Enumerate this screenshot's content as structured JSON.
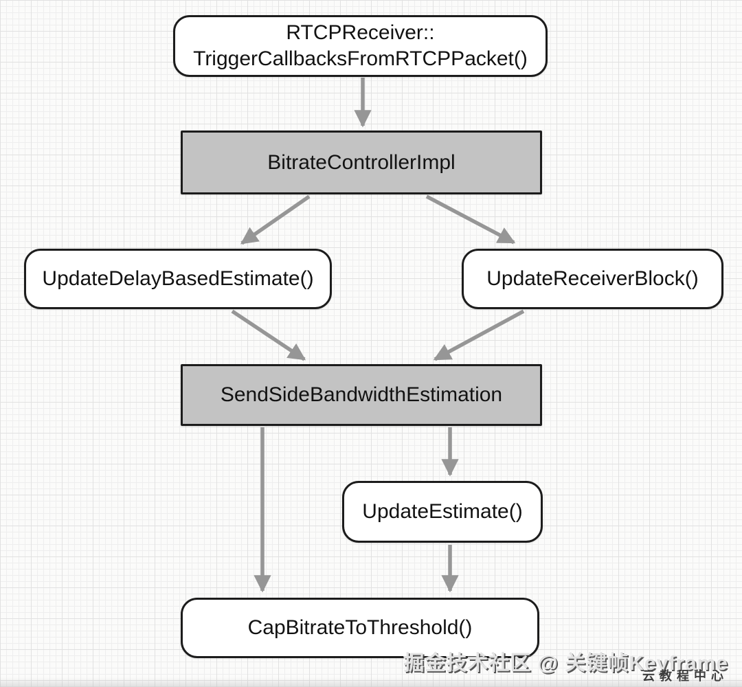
{
  "diagram": {
    "nodes": [
      {
        "id": "rtcp-receiver",
        "label": "RTCPReceiver::\nTriggerCallbacksFromRTCPPacket()",
        "style": "rounded-white"
      },
      {
        "id": "bitrate-controller-impl",
        "label": "BitrateControllerImpl",
        "style": "rect-gray"
      },
      {
        "id": "update-delay-based-estimate",
        "label": "UpdateDelayBasedEstimate()",
        "style": "rounded-white"
      },
      {
        "id": "update-receiver-block",
        "label": "UpdateReceiverBlock()",
        "style": "rounded-white"
      },
      {
        "id": "send-side-bandwidth-estimation",
        "label": "SendSideBandwidthEstimation",
        "style": "rect-gray"
      },
      {
        "id": "update-estimate",
        "label": "UpdateEstimate()",
        "style": "rounded-white"
      },
      {
        "id": "cap-bitrate-to-threshold",
        "label": "CapBitrateToThreshold()",
        "style": "rounded-white"
      }
    ],
    "edges": [
      {
        "from": "rtcp-receiver",
        "to": "bitrate-controller-impl"
      },
      {
        "from": "bitrate-controller-impl",
        "to": "update-delay-based-estimate"
      },
      {
        "from": "bitrate-controller-impl",
        "to": "update-receiver-block"
      },
      {
        "from": "update-delay-based-estimate",
        "to": "send-side-bandwidth-estimation"
      },
      {
        "from": "update-receiver-block",
        "to": "send-side-bandwidth-estimation"
      },
      {
        "from": "send-side-bandwidth-estimation",
        "to": "cap-bitrate-to-threshold"
      },
      {
        "from": "send-side-bandwidth-estimation",
        "to": "update-estimate"
      },
      {
        "from": "update-estimate",
        "to": "cap-bitrate-to-threshold"
      }
    ],
    "colors": {
      "node_gray_fill": "#c3c3c3",
      "node_white_fill": "#ffffff",
      "node_border": "#1c1c1c",
      "arrow": "#969696",
      "background": "#fbfbfa"
    }
  },
  "watermark": {
    "main": "掘金技术社区 @ 关键帧Keyframe",
    "sub": "云教程中心"
  }
}
